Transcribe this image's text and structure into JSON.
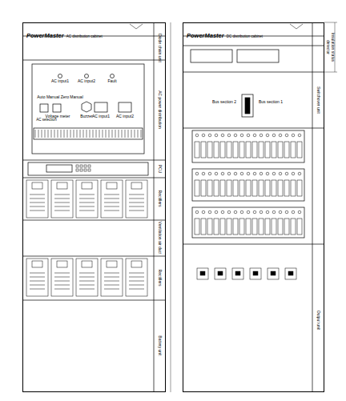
{
  "diagram": {
    "nodes": [
      {
        "text": [
          "PowerMaster",
          "AC distribution cabinet"
        ]
      },
      {
        "text": [
          "PowerMaster",
          "DC distribution cabinet"
        ]
      }
    ],
    "labels": [
      "Diode chain unit",
      "AC power distribution",
      "PCU",
      "Rectifiers",
      "Ventilation air duct",
      "Rectifiers",
      "Battery unit",
      "AC input1",
      "AC input2",
      "Fault",
      "Auto Manual Zero Manual",
      "Voltage meter",
      "AC selection",
      "Buzzer",
      "AC input1",
      "AC input2",
      "Insulation status detector",
      "Switchover unit",
      "Output unit",
      "Bus section 2",
      "Bus section 1"
    ]
  }
}
